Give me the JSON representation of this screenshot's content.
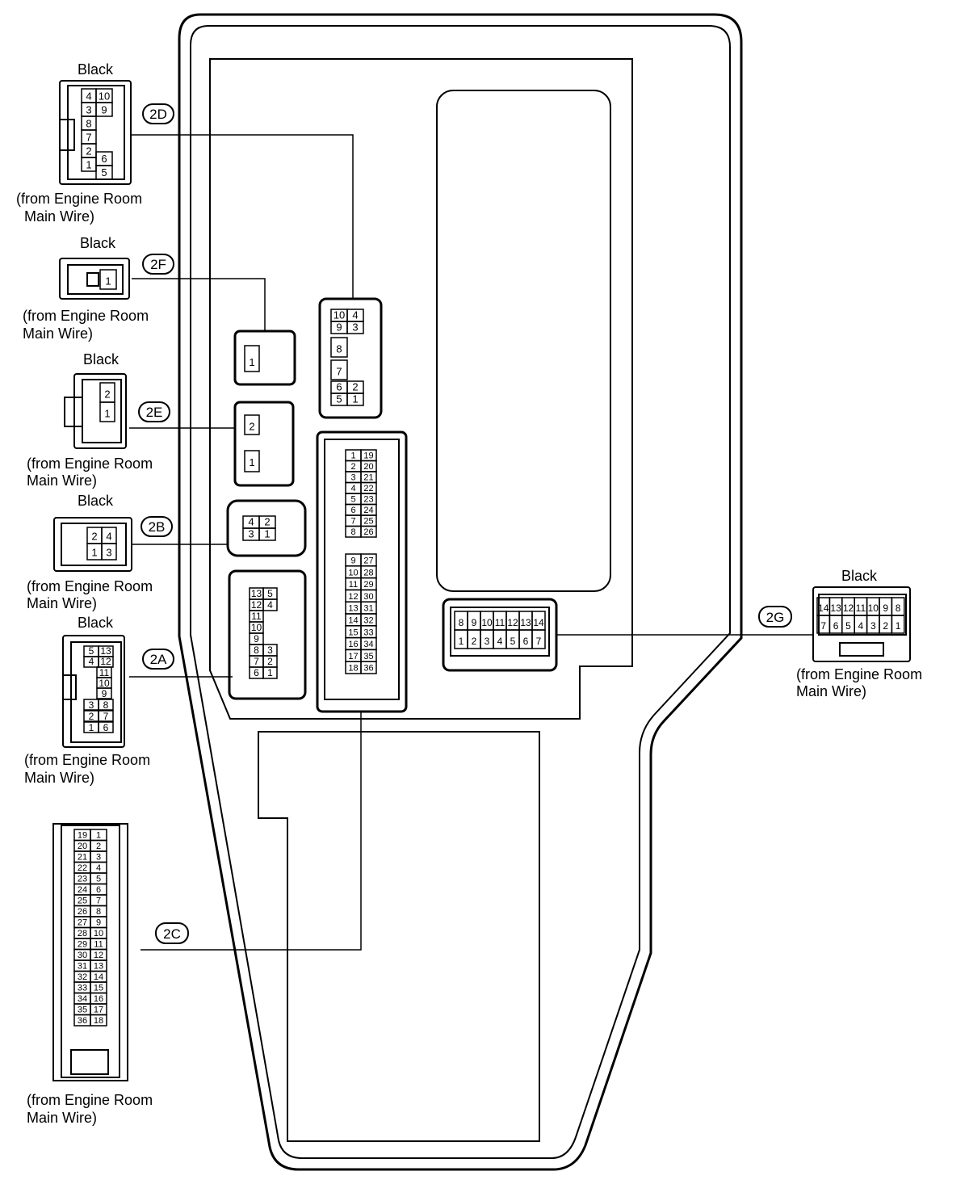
{
  "colors": {
    "stroke": "#000000",
    "background": "#ffffff"
  },
  "labels": {
    "black": "Black",
    "from_line1": "(from Engine Room",
    "from_line1b": "(from Engine Room",
    "from_line2": "Main Wire)",
    "from_line2b": "Main Wire)"
  },
  "connectors": {
    "2D": {
      "tag": "2D",
      "color": "Black",
      "pins_left": [
        "4",
        "3",
        "8",
        "7",
        "2",
        "1"
      ],
      "pins_right": [
        "10",
        "9",
        "6",
        "5"
      ]
    },
    "2F": {
      "tag": "2F",
      "color": "Black",
      "pins": [
        "1"
      ]
    },
    "2E": {
      "tag": "2E",
      "color": "Black",
      "pins": [
        "2",
        "1"
      ]
    },
    "2B": {
      "tag": "2B",
      "color": "Black",
      "pins": [
        "2",
        "4",
        "1",
        "3"
      ]
    },
    "2A": {
      "tag": "2A",
      "color": "Black",
      "pins": [
        "5",
        "13",
        "4",
        "12",
        "11",
        "10",
        "9",
        "3",
        "8",
        "2",
        "7",
        "1",
        "6"
      ]
    },
    "2C": {
      "tag": "2C",
      "pins": [
        "19",
        "1",
        "20",
        "2",
        "21",
        "3",
        "22",
        "4",
        "23",
        "5",
        "24",
        "6",
        "25",
        "7",
        "26",
        "8",
        "27",
        "9",
        "28",
        "10",
        "29",
        "11",
        "30",
        "12",
        "31",
        "13",
        "32",
        "14",
        "33",
        "15",
        "34",
        "16",
        "35",
        "17",
        "36",
        "18"
      ]
    },
    "2G": {
      "tag": "2G",
      "color": "Black",
      "pins_top": [
        "14",
        "13",
        "12",
        "11",
        "10",
        "9",
        "8"
      ],
      "pins_bottom": [
        "7",
        "6",
        "5",
        "4",
        "3",
        "2",
        "1"
      ]
    }
  },
  "block_sockets": {
    "d": [
      "10",
      "4",
      "9",
      "3",
      "8",
      "7",
      "6",
      "2",
      "5",
      "1"
    ],
    "f": [
      "1"
    ],
    "e": [
      "2",
      "1"
    ],
    "b": [
      "4",
      "2",
      "3",
      "1"
    ],
    "a": [
      "13",
      "5",
      "12",
      "4",
      "11",
      "10",
      "9",
      "8",
      "3",
      "7",
      "2",
      "6",
      "1"
    ],
    "c": [
      "1",
      "19",
      "2",
      "20",
      "3",
      "21",
      "4",
      "22",
      "5",
      "23",
      "6",
      "24",
      "7",
      "25",
      "8",
      "26",
      "9",
      "27",
      "10",
      "28",
      "11",
      "29",
      "12",
      "30",
      "13",
      "31",
      "14",
      "32",
      "15",
      "33",
      "16",
      "34",
      "17",
      "35",
      "18",
      "36"
    ],
    "g": [
      "8",
      "9",
      "10",
      "11",
      "12",
      "13",
      "14",
      "1",
      "2",
      "3",
      "4",
      "5",
      "6",
      "7"
    ]
  }
}
